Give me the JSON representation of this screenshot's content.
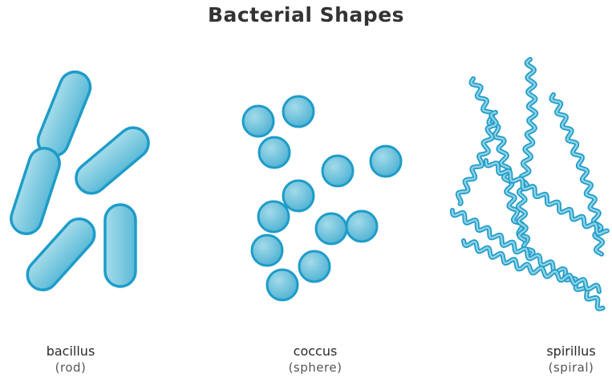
{
  "title": "Bacterial Shapes",
  "colors": {
    "fill_light": "#8fd2e4",
    "fill_dark": "#4bb3d3",
    "outline": "#1e9cc9",
    "spiral": "#3bb2d6"
  },
  "shapes": [
    {
      "name": "bacillus",
      "description": "(rod)",
      "icon": "rod-bacterium"
    },
    {
      "name": "coccus",
      "description": "(sphere)",
      "icon": "sphere-bacterium"
    },
    {
      "name": "spirillus",
      "description": "(spiral)",
      "icon": "spiral-bacterium"
    }
  ]
}
